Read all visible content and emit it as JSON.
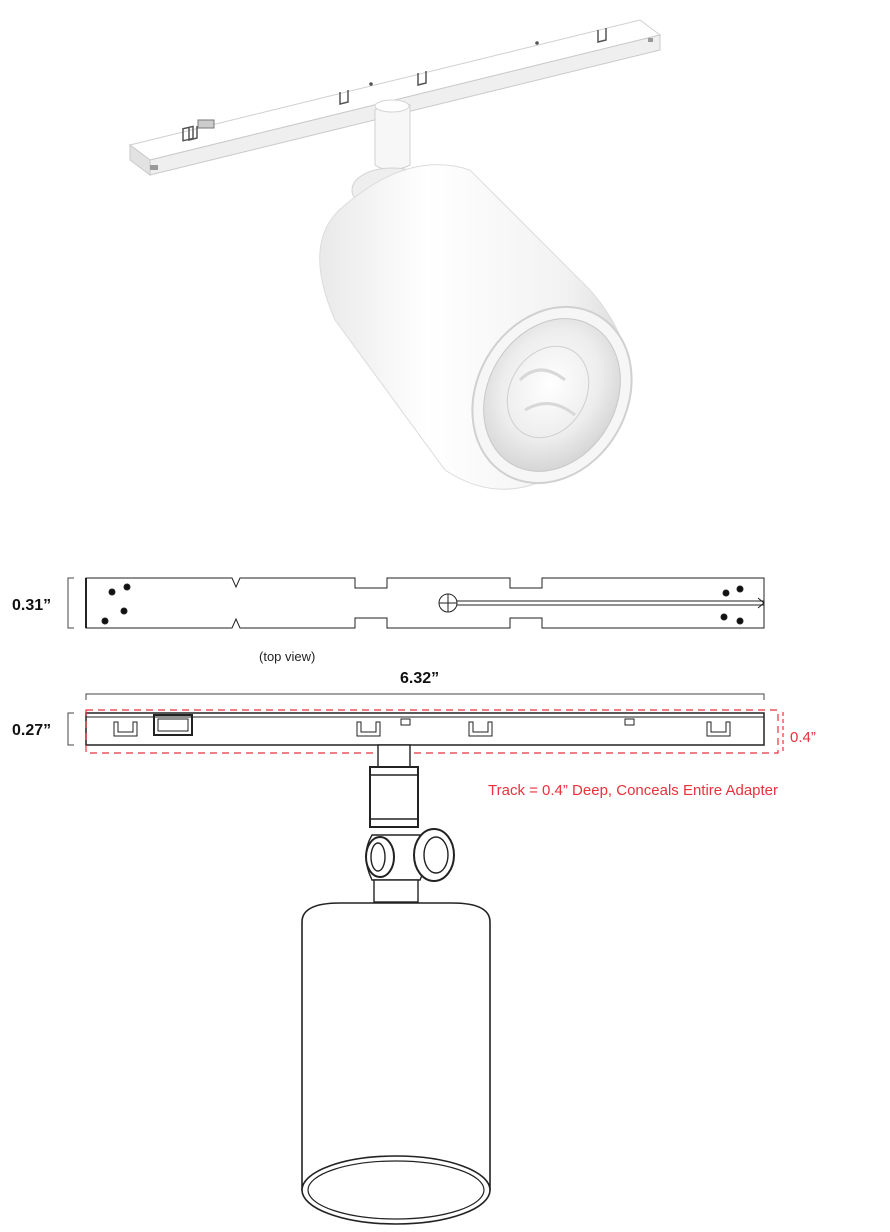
{
  "dimensions": {
    "top_height": "0.31”",
    "side_height": "0.27”",
    "length": "6.32”",
    "track_depth": "0.4”"
  },
  "labels": {
    "top_view": "(top view)",
    "track_note": "Track = 0.4” Deep, Conceals Entire Adapter"
  },
  "colors": {
    "line": "#111111",
    "accent_red": "#e8323c",
    "product_white": "#f4f4f4"
  },
  "icons": {
    "product": "track-spotlight-render"
  }
}
